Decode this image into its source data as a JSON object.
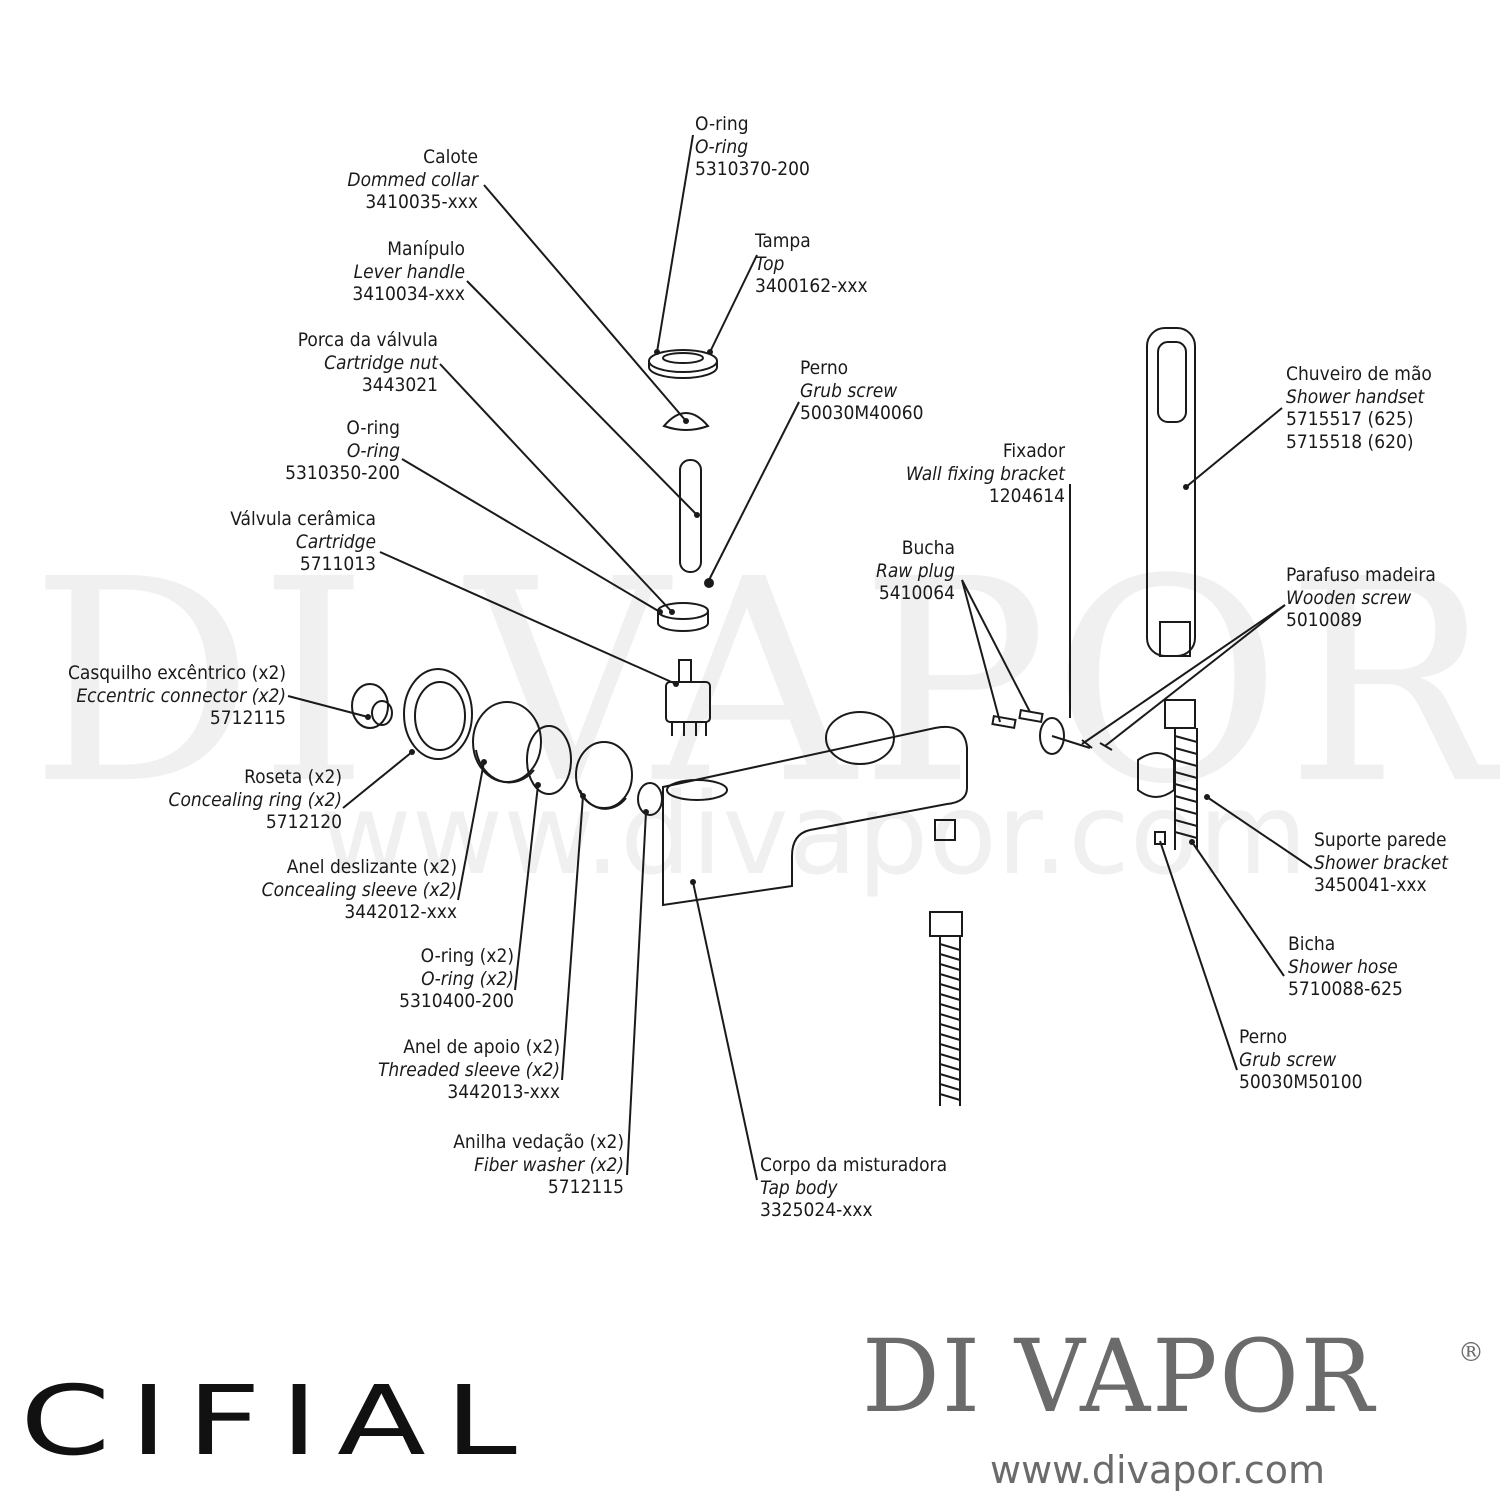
{
  "watermark": {
    "name": "DI VAPOR",
    "reg": "®",
    "url": "www.divapor.com"
  },
  "branding": {
    "left_logo": "CIFIAL",
    "right_logo": "DI VAPOR",
    "right_reg": "®",
    "right_url": "www.divapor.com"
  },
  "parts": [
    {
      "id": "o-ring-top",
      "pt": "O-ring",
      "en": "O-ring",
      "code": "5310370-200"
    },
    {
      "id": "dommed-collar",
      "pt": "Calote",
      "en": "Dommed collar",
      "code": "3410035-xxx"
    },
    {
      "id": "top",
      "pt": "Tampa",
      "en": "Top",
      "code": "3400162-xxx"
    },
    {
      "id": "lever-handle",
      "pt": "Manípulo",
      "en": "Lever handle",
      "code": "3410034-xxx"
    },
    {
      "id": "cartridge-nut",
      "pt": "Porca da válvula",
      "en": "Cartridge nut",
      "code": "3443021"
    },
    {
      "id": "grub-screw-top",
      "pt": "Perno",
      "en": "Grub screw",
      "code": "50030M40060"
    },
    {
      "id": "shower-handset",
      "pt": "Chuveiro de mão",
      "en": "Shower handset",
      "code": "5715517 (625)",
      "code2": "5715518 (620)"
    },
    {
      "id": "o-ring-mid",
      "pt": "O-ring",
      "en": "O-ring",
      "code": "5310350-200"
    },
    {
      "id": "wall-fixing-bracket",
      "pt": "Fixador",
      "en": "Wall fixing bracket",
      "code": "1204614"
    },
    {
      "id": "cartridge",
      "pt": "Válvula cerâmica",
      "en": "Cartridge",
      "code": "5711013"
    },
    {
      "id": "raw-plug",
      "pt": "Bucha",
      "en": "Raw plug",
      "code": "5410064"
    },
    {
      "id": "wooden-screw",
      "pt": "Parafuso madeira",
      "en": "Wooden screw",
      "code": "5010089"
    },
    {
      "id": "eccentric-connector",
      "pt": "Casquilho excêntrico (x2)",
      "en": "Eccentric connector (x2)",
      "code": "5712115"
    },
    {
      "id": "concealing-ring",
      "pt": "Roseta (x2)",
      "en": "Concealing ring (x2)",
      "code": "5712120"
    },
    {
      "id": "shower-bracket",
      "pt": "Suporte parede",
      "en": "Shower bracket",
      "code": "3450041-xxx"
    },
    {
      "id": "concealing-sleeve",
      "pt": "Anel deslizante (x2)",
      "en": "Concealing sleeve (x2)",
      "code": "3442012-xxx"
    },
    {
      "id": "shower-hose",
      "pt": "Bicha",
      "en": "Shower hose",
      "code": "5710088-625"
    },
    {
      "id": "o-ring-x2",
      "pt": "O-ring (x2)",
      "en": "O-ring (x2)",
      "code": "5310400-200"
    },
    {
      "id": "grub-screw-bottom",
      "pt": "Perno",
      "en": "Grub screw",
      "code": "50030M50100"
    },
    {
      "id": "threaded-sleeve",
      "pt": "Anel de apoio (x2)",
      "en": "Threaded sleeve (x2)",
      "code": "3442013-xxx"
    },
    {
      "id": "fiber-washer",
      "pt": "Anilha vedação (x2)",
      "en": "Fiber washer (x2)",
      "code": "5712115"
    },
    {
      "id": "tap-body",
      "pt": "Corpo da misturadora",
      "en": "Tap body",
      "code": "3325024-xxx"
    }
  ]
}
